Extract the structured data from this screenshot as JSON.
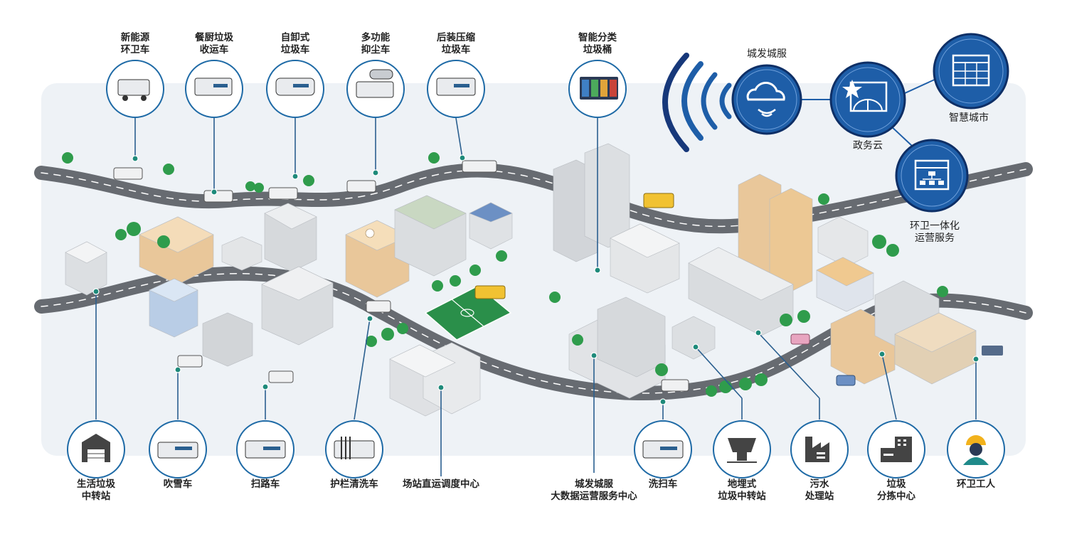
{
  "colors": {
    "panel": "#eef2f6",
    "road": "#666a70",
    "road_line": "#ffffff",
    "circle_border": "#1e6aa6",
    "connector": "#2a5f8f",
    "connector_dot": "#1e8a7a",
    "cloud_fill": "#1e5ea8",
    "cloud_dark": "#17387a",
    "tree": "#2f9c4c",
    "building_gray": "#d9dcdf",
    "building_tan": "#e9c79a"
  },
  "top_items": [
    {
      "id": "new-energy-sanitation-truck",
      "line1": "新能源",
      "line2": "环卫车",
      "icon": "sanitation-truck-icon"
    },
    {
      "id": "kitchen-waste-truck",
      "line1": "餐厨垃圾",
      "line2": "收运车",
      "icon": "kitchen-waste-truck-icon"
    },
    {
      "id": "self-dumping-garbage-truck",
      "line1": "自卸式",
      "line2": "垃圾车",
      "icon": "dump-truck-icon"
    },
    {
      "id": "multi-function-dust-truck",
      "line1": "多功能",
      "line2": "抑尘车",
      "icon": "dust-suppression-truck-icon"
    },
    {
      "id": "rear-compression-truck",
      "line1": "后装压缩",
      "line2": "垃圾车",
      "icon": "compression-truck-icon"
    },
    {
      "id": "smart-sorting-bin",
      "line1": "智能分类",
      "line2": "垃圾桶",
      "icon": "smart-bin-icon"
    }
  ],
  "bottom_items": [
    {
      "id": "waste-transfer-station",
      "line1": "生活垃圾",
      "line2": "中转站",
      "icon": "warehouse-icon"
    },
    {
      "id": "snow-blower-truck",
      "line1": "吹雪车",
      "line2": "",
      "icon": "snow-blower-icon"
    },
    {
      "id": "street-sweeper",
      "line1": "扫路车",
      "line2": "",
      "icon": "sweeper-truck-icon"
    },
    {
      "id": "guardrail-cleaner",
      "line1": "护栏清洗车",
      "line2": "",
      "icon": "guardrail-cleaner-icon"
    },
    {
      "id": "dispatch-center",
      "line1": "场站直运调度中心",
      "line2": "",
      "icon": ""
    },
    {
      "id": "big-data-center",
      "line1": "城发城服",
      "line2": "大数据运营服务中心",
      "icon": ""
    },
    {
      "id": "washing-sweeper",
      "line1": "洗扫车",
      "line2": "",
      "icon": "washing-sweeper-icon"
    },
    {
      "id": "underground-transfer-station",
      "line1": "地埋式",
      "line2": "垃圾中转站",
      "icon": "underground-station-icon"
    },
    {
      "id": "sewage-plant",
      "line1": "污水",
      "line2": "处理站",
      "icon": "factory-icon"
    },
    {
      "id": "waste-sorting-center",
      "line1": "垃圾",
      "line2": "分拣中心",
      "icon": "sorting-center-icon"
    },
    {
      "id": "sanitation-worker",
      "line1": "环卫工人",
      "line2": "",
      "icon": "worker-icon"
    }
  ],
  "network": {
    "cloud": "城发城服",
    "gov_cloud": "政务云",
    "smart_city": "智慧城市",
    "integrated_service_1": "环卫一体化",
    "integrated_service_2": "运营服务"
  }
}
